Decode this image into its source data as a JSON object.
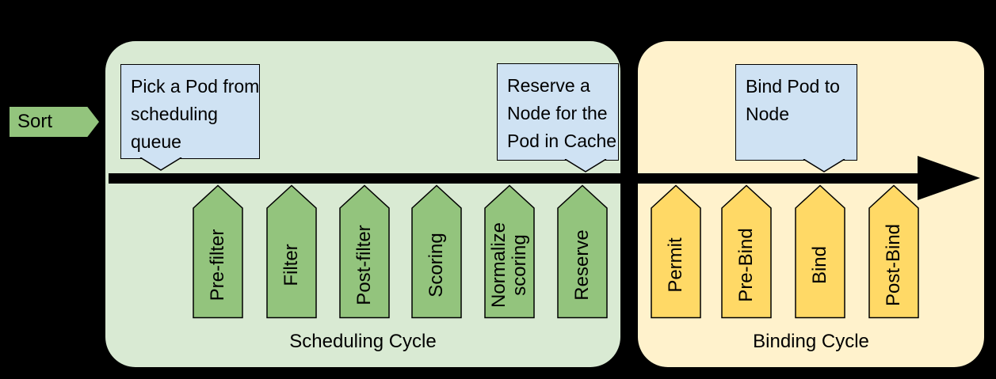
{
  "colors": {
    "background": "#000000",
    "scheduling_box": "#d9ead3",
    "binding_box": "#fff2cc",
    "green_arrow": "#93c47d",
    "yellow_arrow": "#ffd966",
    "callout": "#cfe2f3",
    "timeline": "#000000",
    "text": "#000000"
  },
  "sort": {
    "label": "Sort"
  },
  "callouts": {
    "pick_pod": {
      "text": "Pick a Pod from\nscheduling\nqueue"
    },
    "reserve_node": {
      "text": "Reserve a\nNode for the\nPod in Cache"
    },
    "bind_pod": {
      "text": "Bind Pod to\nNode"
    }
  },
  "scheduling_cycle": {
    "title": "Scheduling Cycle",
    "steps": [
      "Pre-filter",
      "Filter",
      "Post-filter",
      "Scoring",
      "Normalize scoring",
      "Reserve"
    ]
  },
  "binding_cycle": {
    "title": "Binding Cycle",
    "steps": [
      "Permit",
      "Pre-Bind",
      "Bind",
      "Post-Bind"
    ]
  }
}
